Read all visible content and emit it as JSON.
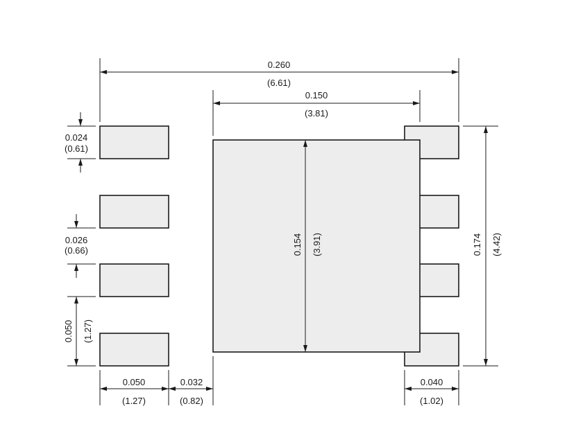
{
  "dimensions": {
    "overall_width": {
      "inch": "0.260",
      "mm": "(6.61)"
    },
    "pad_width": {
      "inch": "0.150",
      "mm": "(3.81)"
    },
    "pad_height": {
      "inch": "0.024",
      "mm": "(0.61)"
    },
    "pad_gap": {
      "inch": "0.026",
      "mm": "(0.66)"
    },
    "pitch": {
      "inch": "0.050",
      "mm": "(1.27)"
    },
    "thermal_height": {
      "inch": "0.154",
      "mm": "(3.91)"
    },
    "overall_height": {
      "inch": "0.174",
      "mm": "(4.42)"
    },
    "pad_length": {
      "inch": "0.050",
      "mm": "(1.27)"
    },
    "pad_to_thermal": {
      "inch": "0.032",
      "mm": "(0.82)"
    },
    "right_pad_length": {
      "inch": "0.040",
      "mm": "(1.02)"
    }
  },
  "colors": {
    "pad_fill": "#ededed",
    "stroke": "#1a1a1a"
  }
}
